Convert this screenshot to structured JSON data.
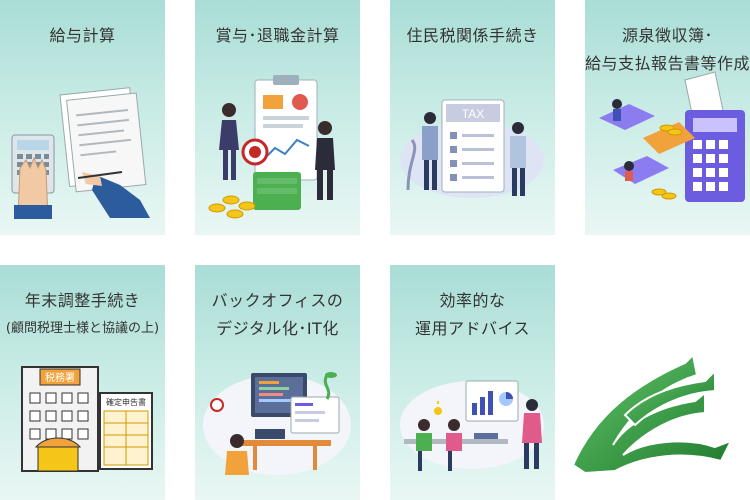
{
  "cards": [
    {
      "lines": [
        "給与計算"
      ]
    },
    {
      "lines": [
        "賞与･退職金計算"
      ]
    },
    {
      "lines": [
        "住民税関係手続き"
      ]
    },
    {
      "lines": [
        "源泉徴収簿･",
        "給与支払報告書等作成"
      ]
    },
    {
      "lines": [
        "年末調整手続き",
        "(顧問税理士様と協議の上)"
      ]
    },
    {
      "lines": [
        "バックオフィスの",
        "デジタル化･IT化"
      ]
    },
    {
      "lines": [
        "効率的な",
        "運用アドバイス"
      ]
    }
  ],
  "illustration_text": {
    "tax_board": "TAX",
    "building_sign": "税務署",
    "tax_document": "確定申告書"
  },
  "colors": {
    "card_gradient_top": "#a9ddd6",
    "card_gradient_bottom": "#e9f7f4",
    "logo_green": "#2e9a3a"
  },
  "icons": [
    "calculator-icon",
    "clipboard-icon",
    "tax-board-icon",
    "printer-calculator-icon",
    "tax-office-building-icon",
    "computer-workspace-icon",
    "presentation-icon",
    "leaf-logo"
  ]
}
